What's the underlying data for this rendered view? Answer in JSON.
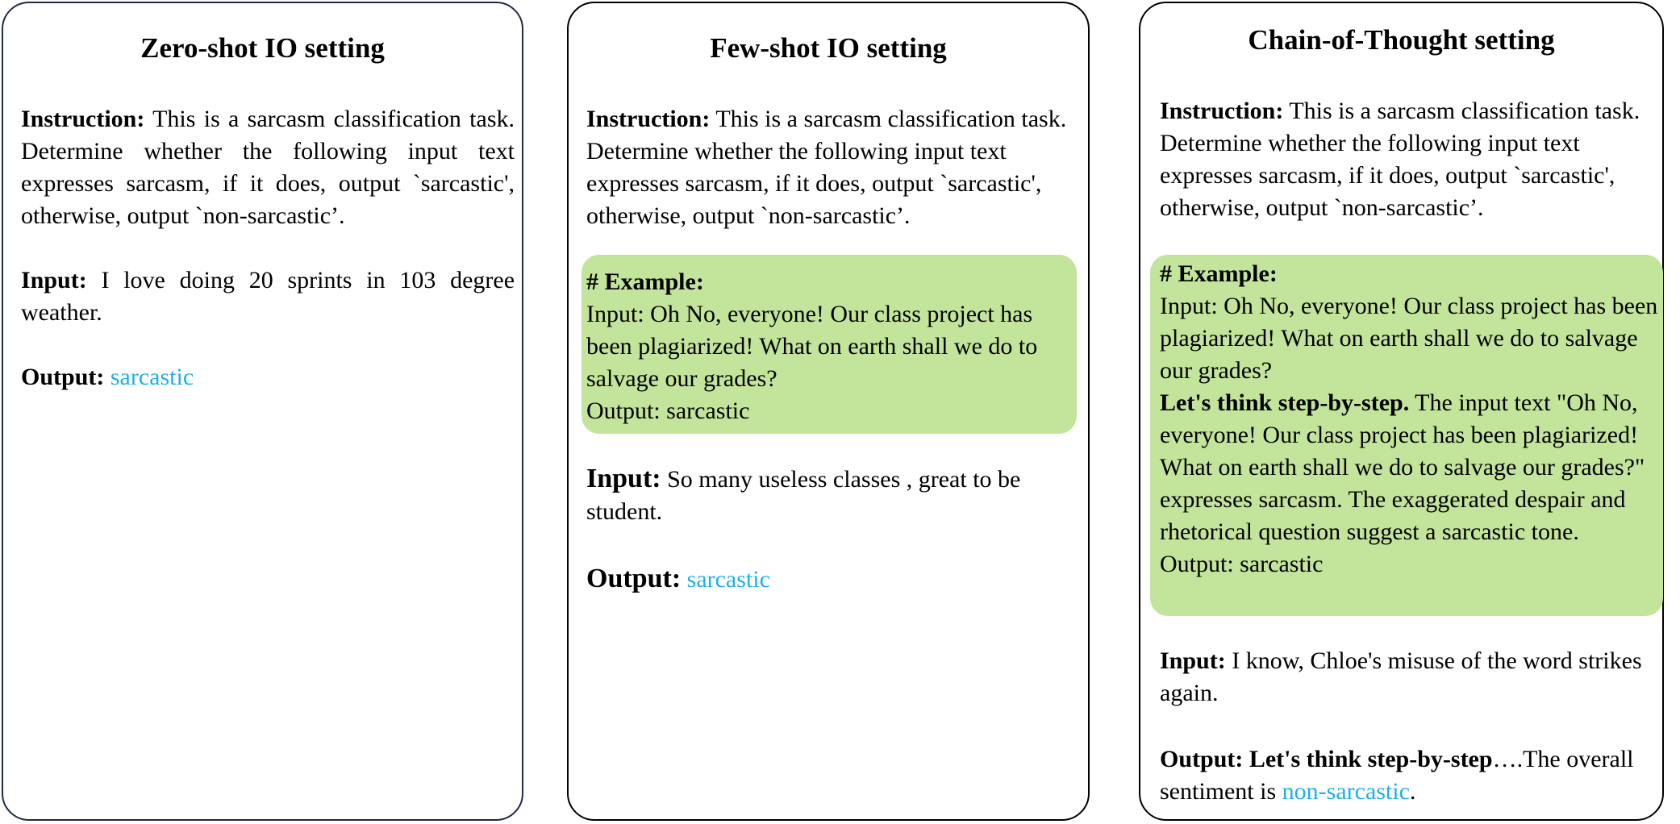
{
  "panels": [
    {
      "title": "Zero-shot IO setting",
      "instruction_label": "Instruction:",
      "instruction_text": "This is a sarcasm classification task. Determine whether the following input text expresses sarcasm, if it does, output `sarcastic', otherwise, output `non-sarcastic’.",
      "input_label": "Input:",
      "input_text": "I love doing 20 sprints in 103 degree weather.",
      "output_label": "Output:",
      "output_text": "sarcastic"
    },
    {
      "title": "Few-shot IO setting",
      "instruction_label": "Instruction:",
      "instruction_text": "This is a sarcasm classification task. Determine whether the following input text expresses sarcasm, if it does, output `sarcastic', otherwise, output `non-sarcastic’.",
      "example_label": "# Example:",
      "example_input": "Input: Oh No, everyone! Our class project has been plagiarized! What on earth shall we do to salvage our grades?",
      "example_output": "Output: sarcastic",
      "input_label": "Input:",
      "input_text": "So many useless classes , great to be student.",
      "output_label": "Output:",
      "output_text": "sarcastic"
    },
    {
      "title": "Chain-of-Thought setting",
      "instruction_label": "Instruction:",
      "instruction_text": "This is a sarcasm classification task. Determine whether the following input text expresses sarcasm, if it does, output `sarcastic', otherwise, output `non-sarcastic’.",
      "example_label": "# Example:",
      "example_input": "Input: Oh No, everyone! Our class project has been plagiarized! What on earth shall we do to salvage our grades?",
      "cot_label": "Let's think step-by-step.",
      "cot_text": "The input text \"Oh No, everyone! Our class project has been plagiarized! What on earth shall we do to salvage our grades?\" expresses sarcasm. The exaggerated despair and rhetorical question suggest a sarcastic tone.",
      "example_output": "Output: sarcastic",
      "input_label": "Input:",
      "input_text": "I know, Chloe's misuse of the word strikes again.",
      "output_label": "Output: Let's think step-by-step",
      "output_mid": "….The overall sentiment is",
      "output_text": "non-sarcastic",
      "output_end": "."
    }
  ],
  "colors": {
    "example_bg": "#c3e49b",
    "answer": "#1fb0e8"
  }
}
